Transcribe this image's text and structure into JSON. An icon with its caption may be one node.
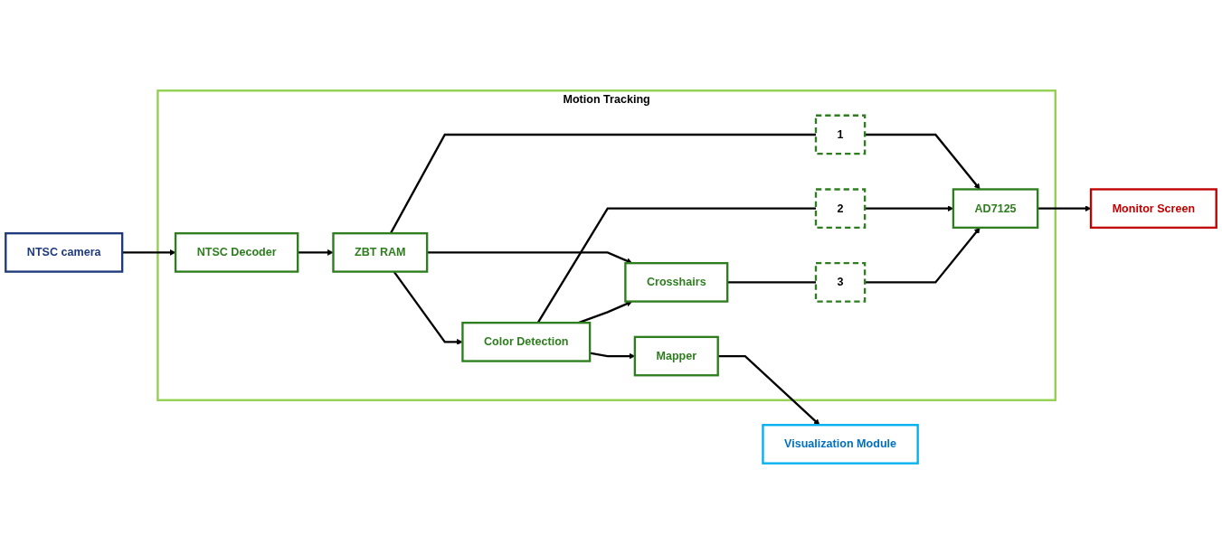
{
  "diagram": {
    "nodes": [
      {
        "text": [
          "NTSC camera"
        ]
      },
      {
        "text": [
          "Motion Tracking"
        ]
      },
      {
        "text": [
          "NTSC Decoder"
        ],
        "in": 1
      },
      {
        "text": [
          "ZBT RAM"
        ],
        "in": 1
      },
      {
        "text": [
          "1"
        ],
        "in": 1
      },
      {
        "text": [
          "AD7125"
        ],
        "in": 1
      },
      {
        "text": [
          "Monitor Screen"
        ]
      },
      {
        "text": [
          "Mapper"
        ],
        "in": 1
      },
      {
        "text": [
          "Color Detection"
        ],
        "in": 1
      },
      {
        "text": [
          "2"
        ],
        "in": 1
      },
      {
        "text": [
          "Crosshairs"
        ],
        "in": 1
      },
      {
        "text": [
          "3"
        ],
        "in": 1
      },
      {
        "text": [
          "Visualization Module"
        ]
      }
    ],
    "edges": [
      {
        "from": 0,
        "to": 2,
        "arrow": "to"
      },
      {
        "from": 2,
        "to": 3,
        "arrow": "to"
      },
      {
        "from": 3,
        "to": 4,
        "arrow": "none"
      },
      {
        "from": 4,
        "to": 5,
        "arrow": "to"
      },
      {
        "from": 3,
        "to": 8,
        "arrow": "to"
      },
      {
        "from": 3,
        "to": 10,
        "arrow": "to"
      },
      {
        "from": 8,
        "to": 7,
        "arrow": "to"
      },
      {
        "from": 8,
        "to": 9,
        "arrow": "none"
      },
      {
        "from": 9,
        "to": 5,
        "arrow": "to"
      },
      {
        "from": 8,
        "to": 10,
        "arrow": "to"
      },
      {
        "from": 10,
        "to": 11,
        "arrow": "none"
      },
      {
        "from": 11,
        "to": 5,
        "arrow": "to"
      },
      {
        "from": 5,
        "to": 6,
        "arrow": "to"
      },
      {
        "from": 7,
        "to": 12,
        "arrow": "to"
      }
    ]
  }
}
